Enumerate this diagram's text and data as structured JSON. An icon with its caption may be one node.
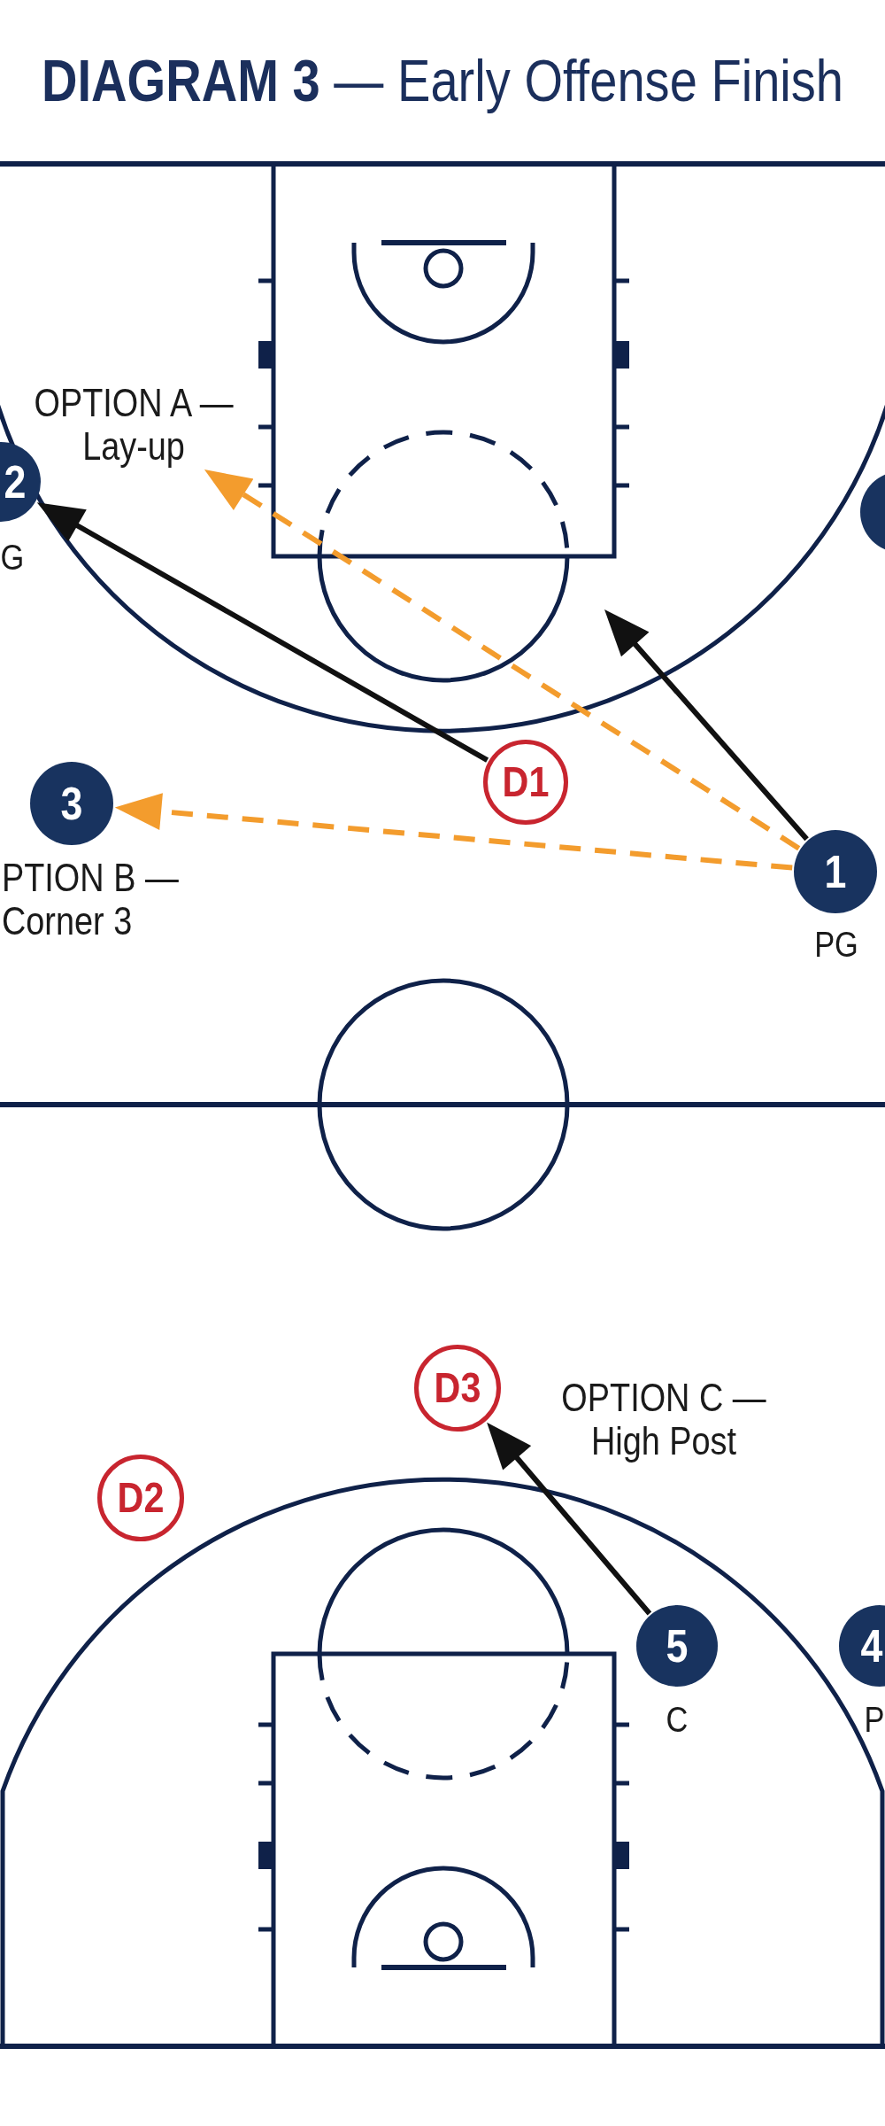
{
  "diagram": {
    "title": "**DIAGRAM 3** — Early Offense Finish",
    "nodes": [
      {
        "text": [
          "OPTION A — Lay-up"
        ]
      },
      {
        "text": [
          "2"
        ],
        "beside": [
          "G"
        ]
      },
      {
        "text": [],
        "shape": "circle"
      },
      {
        "text": [
          "D1"
        ]
      },
      {
        "text": [
          "3"
        ]
      },
      {
        "text": [
          "1"
        ],
        "beside": [
          "PG"
        ]
      },
      {
        "text": [
          "D3"
        ]
      },
      {
        "text": [
          "D2"
        ]
      },
      {
        "text": [
          "5"
        ],
        "beside": [
          "C"
        ]
      },
      {
        "text": [
          "4"
        ],
        "beside": [
          "P"
        ]
      }
    ],
    "edges": [
      {
        "from": 5,
        "to": null,
        "arrow": "to"
      },
      {
        "from": 5,
        "to": 0,
        "arrow": "to",
        "style": "dashed",
        "color": "#f39c2d"
      },
      {
        "from": 5,
        "to": 4,
        "arrow": "to",
        "style": "dashed",
        "color": "#f39c2d"
      },
      {
        "from": 3,
        "to": 1,
        "arrow": "to"
      },
      {
        "from": 8,
        "to": 6,
        "arrow": "to"
      }
    ],
    "labels": [
      "PTION B — Corner 3",
      "OPTION C — High Post"
    ]
  }
}
